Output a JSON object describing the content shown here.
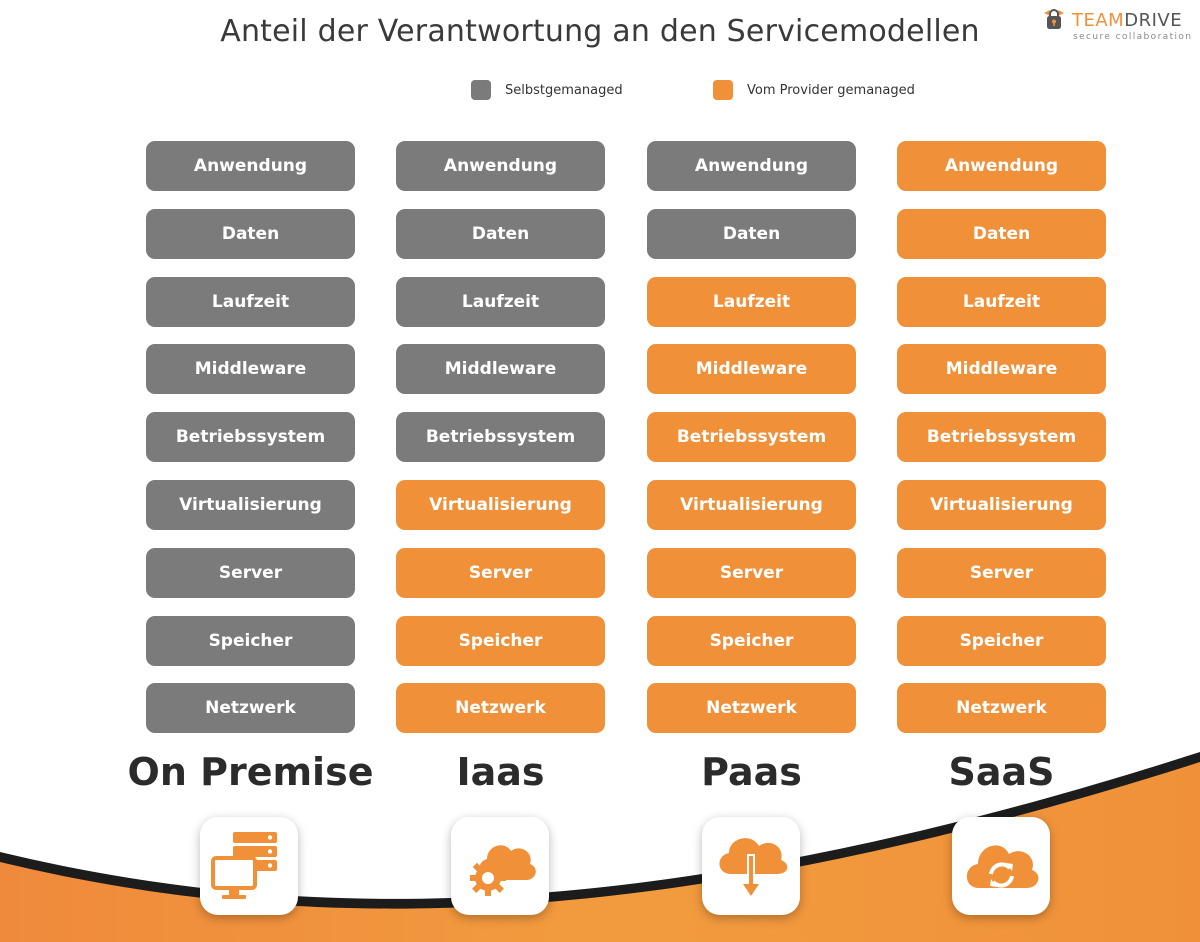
{
  "title": "Anteil der Verantwortung an den Servicemodellen",
  "logo": {
    "name_accent": "TEAM",
    "name_rest": "DRIVE",
    "tagline": "secure collaboration",
    "icon": "lock-key-icon"
  },
  "colors": {
    "self_managed": "#7b7b7b",
    "provider_managed": "#f0913a"
  },
  "legend": [
    {
      "label": "Selbstgemanaged",
      "key": "self_managed"
    },
    {
      "label": "Vom Provider gemanaged",
      "key": "provider_managed"
    }
  ],
  "models": [
    {
      "label": "On Premise",
      "icon": "server-monitor-icon",
      "layers": [
        {
          "name": "Anwendung",
          "managed_by": "self_managed"
        },
        {
          "name": "Daten",
          "managed_by": "self_managed"
        },
        {
          "name": "Laufzeit",
          "managed_by": "self_managed"
        },
        {
          "name": "Middleware",
          "managed_by": "self_managed"
        },
        {
          "name": "Betriebssystem",
          "managed_by": "self_managed"
        },
        {
          "name": "Virtualisierung",
          "managed_by": "self_managed"
        },
        {
          "name": "Server",
          "managed_by": "self_managed"
        },
        {
          "name": "Speicher",
          "managed_by": "self_managed"
        },
        {
          "name": "Netzwerk",
          "managed_by": "self_managed"
        }
      ]
    },
    {
      "label": "Iaas",
      "icon": "cloud-gear-icon",
      "layers": [
        {
          "name": "Anwendung",
          "managed_by": "self_managed"
        },
        {
          "name": "Daten",
          "managed_by": "self_managed"
        },
        {
          "name": "Laufzeit",
          "managed_by": "self_managed"
        },
        {
          "name": "Middleware",
          "managed_by": "self_managed"
        },
        {
          "name": "Betriebssystem",
          "managed_by": "self_managed"
        },
        {
          "name": "Virtualisierung",
          "managed_by": "provider_managed"
        },
        {
          "name": "Server",
          "managed_by": "provider_managed"
        },
        {
          "name": "Speicher",
          "managed_by": "provider_managed"
        },
        {
          "name": "Netzwerk",
          "managed_by": "provider_managed"
        }
      ]
    },
    {
      "label": "Paas",
      "icon": "cloud-download-icon",
      "layers": [
        {
          "name": "Anwendung",
          "managed_by": "self_managed"
        },
        {
          "name": "Daten",
          "managed_by": "self_managed"
        },
        {
          "name": "Laufzeit",
          "managed_by": "provider_managed"
        },
        {
          "name": "Middleware",
          "managed_by": "provider_managed"
        },
        {
          "name": "Betriebssystem",
          "managed_by": "provider_managed"
        },
        {
          "name": "Virtualisierung",
          "managed_by": "provider_managed"
        },
        {
          "name": "Server",
          "managed_by": "provider_managed"
        },
        {
          "name": "Speicher",
          "managed_by": "provider_managed"
        },
        {
          "name": "Netzwerk",
          "managed_by": "provider_managed"
        }
      ]
    },
    {
      "label": "SaaS",
      "icon": "cloud-sync-icon",
      "layers": [
        {
          "name": "Anwendung",
          "managed_by": "provider_managed"
        },
        {
          "name": "Daten",
          "managed_by": "provider_managed"
        },
        {
          "name": "Laufzeit",
          "managed_by": "provider_managed"
        },
        {
          "name": "Middleware",
          "managed_by": "provider_managed"
        },
        {
          "name": "Betriebssystem",
          "managed_by": "provider_managed"
        },
        {
          "name": "Virtualisierung",
          "managed_by": "provider_managed"
        },
        {
          "name": "Server",
          "managed_by": "provider_managed"
        },
        {
          "name": "Speicher",
          "managed_by": "provider_managed"
        },
        {
          "name": "Netzwerk",
          "managed_by": "provider_managed"
        }
      ]
    }
  ]
}
